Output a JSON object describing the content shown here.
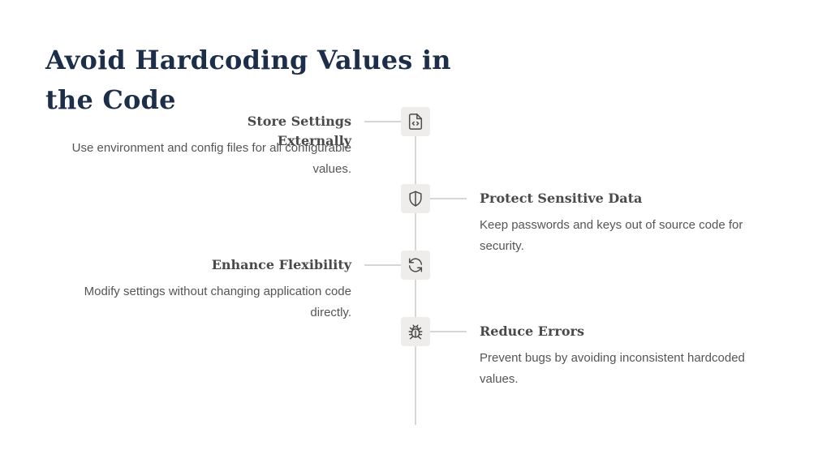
{
  "title": "Avoid Hardcoding Values in the Code",
  "items": [
    {
      "title": "Store Settings Externally",
      "description": "Use environment and config files for all configurable values.",
      "icon": "file-code-icon",
      "side": "left"
    },
    {
      "title": "Protect Sensitive Data",
      "description": "Keep passwords and keys out of source code for security.",
      "icon": "shield-icon",
      "side": "right"
    },
    {
      "title": "Enhance Flexibility",
      "description": "Modify settings without changing application code directly.",
      "icon": "refresh-icon",
      "side": "left"
    },
    {
      "title": "Reduce Errors",
      "description": "Prevent bugs by avoiding inconsistent hardcoded values.",
      "icon": "bug-icon",
      "side": "right"
    }
  ],
  "colors": {
    "title": "#1c2e4a",
    "item_title": "#4a4a4a",
    "body_text": "#555555",
    "line": "#d6d6d6",
    "icon_bg": "#efedeb",
    "icon_stroke": "#4a4a4a"
  }
}
